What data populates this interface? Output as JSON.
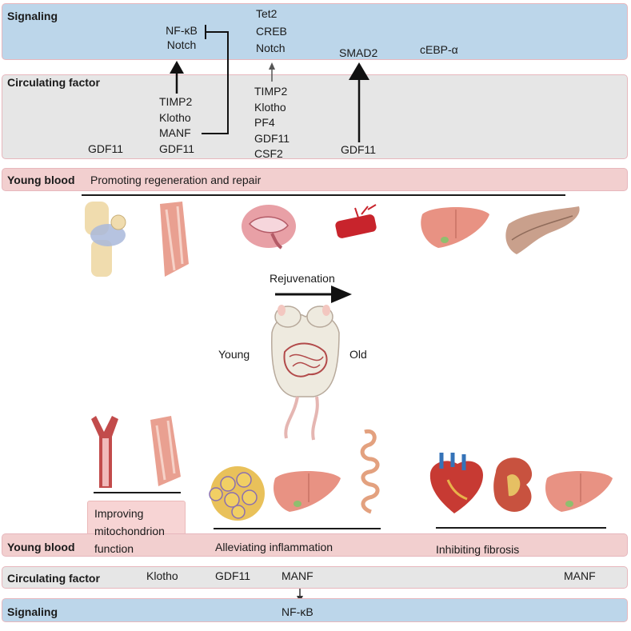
{
  "top": {
    "signaling_label": "Signaling",
    "signaling_items": {
      "col1": [
        "NF-κB",
        "Notch"
      ],
      "col2": [
        "Tet2",
        "CREB",
        "Notch"
      ],
      "col3": "SMAD2",
      "col4": "cEBP-α"
    },
    "circulating_label": "Circulating factor",
    "circulating_items": {
      "col0": "GDF11",
      "col1": [
        "TIMP2",
        "Klotho",
        "MANF",
        "GDF11"
      ],
      "col2": [
        "TIMP2",
        "Klotho",
        "PF4",
        "GDF11",
        "CSF2"
      ],
      "col3": "GDF11"
    },
    "young_blood_label": "Young blood",
    "young_blood_desc": "Promoting regeneration and repair"
  },
  "middle": {
    "rejuvenation_label": "Rejuvenation",
    "young_label": "Young",
    "old_label": "Old"
  },
  "bottom": {
    "improving_label": [
      "Improving",
      "mitochondrion",
      "function"
    ],
    "alleviating_label": "Alleviating inflammation",
    "inhibiting_label": "Inhibiting fibrosis",
    "young_blood_label": "Young blood",
    "circulating_label": "Circulating factor",
    "circ_items": [
      "Klotho",
      "GDF11",
      "MANF",
      "MANF"
    ],
    "signaling_label": "Signaling",
    "signal_item": "NF-κB"
  },
  "colors": {
    "signaling_band": "#bcd6ea",
    "circulating_band": "#e6e6e6",
    "young_blood_band": "#f2cfcf",
    "band_border": "#e7b7bd",
    "organ_red": "#d9534f",
    "liver": "#e8a090"
  },
  "icons": [
    "knee-joint-icon",
    "muscle-icon",
    "brain-icon",
    "blood-vessel-icon",
    "liver-icon",
    "pancreas-icon",
    "parabiotic-mice-icon",
    "artery-icon",
    "adipose-tissue-icon",
    "intestine-icon",
    "heart-icon",
    "kidney-icon"
  ]
}
